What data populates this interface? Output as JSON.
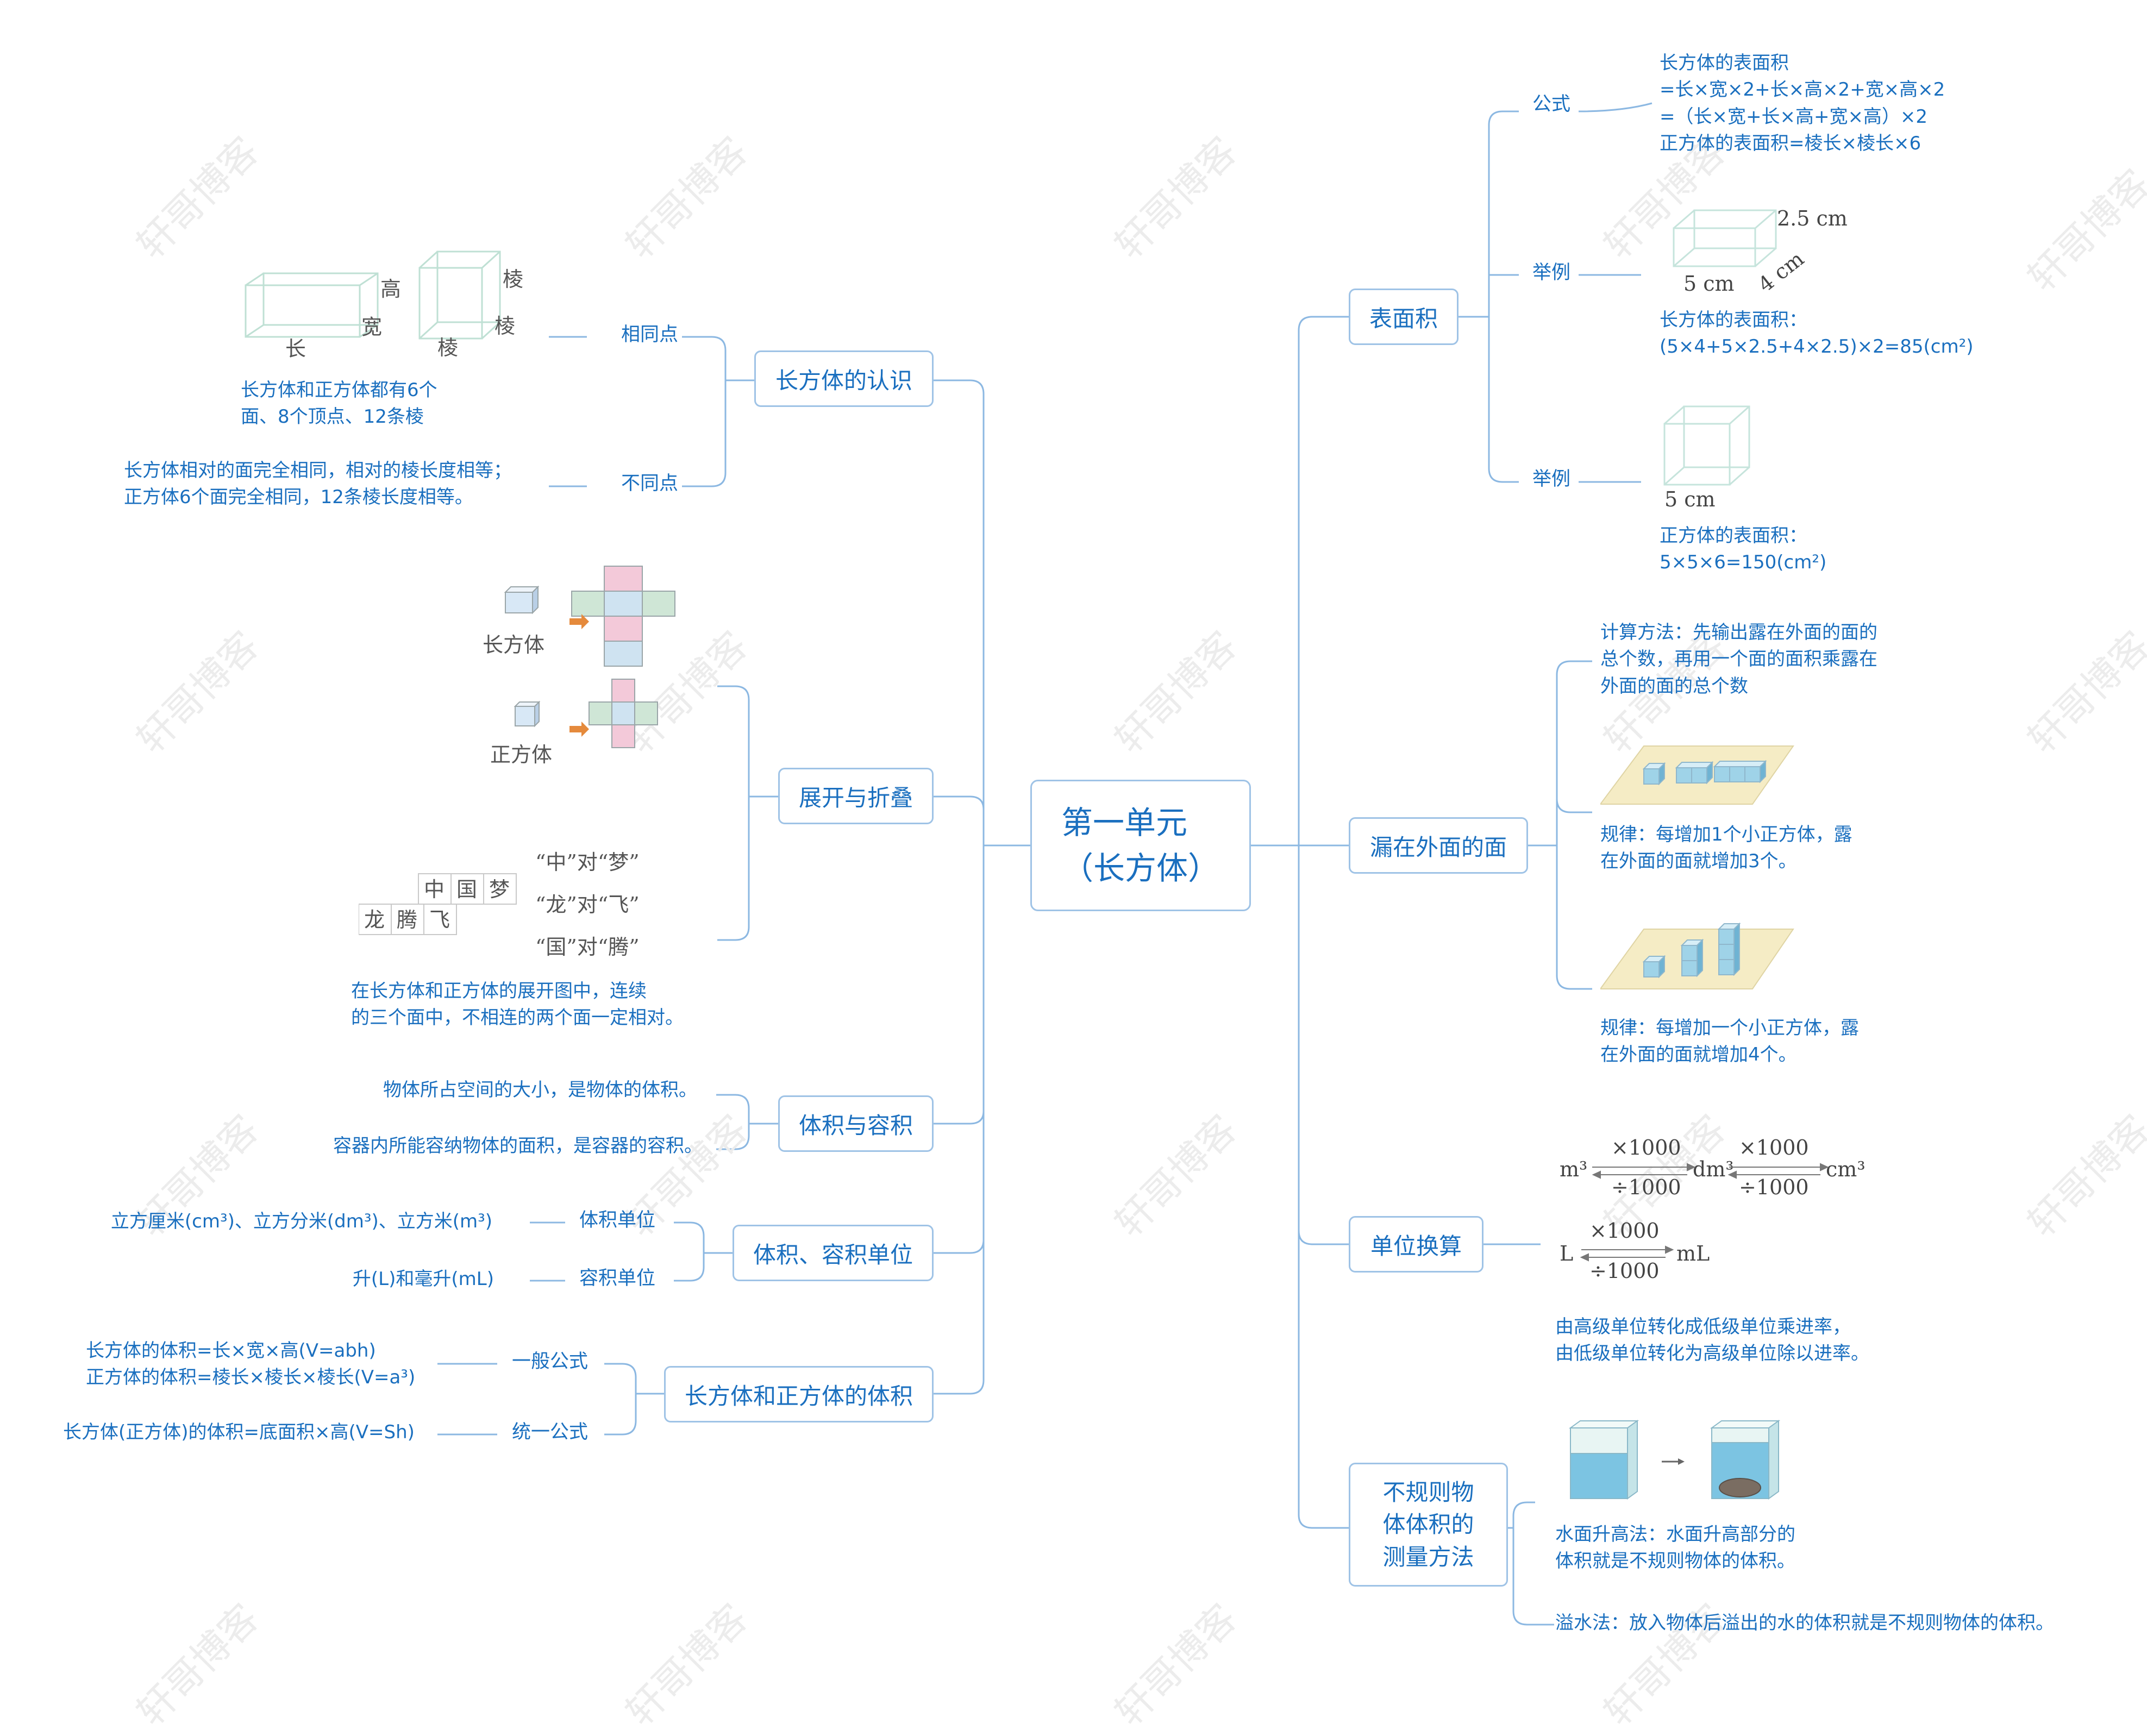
{
  "watermark": "轩哥博客",
  "root": {
    "line1": "第一单元",
    "line2": "（长方体）"
  },
  "left": {
    "recognition": {
      "title": "长方体的认识",
      "same_label": "相同点",
      "same_text": "长方体和正方体都有6个\n面、8个顶点、12条棱",
      "diff_label": "不同点",
      "diff_text": "长方体相对的面完全相同，相对的棱长度相等；\n正方体6个面完全相同，12条棱长度相等。",
      "fig_labels": {
        "high": "高",
        "wide": "宽",
        "long": "长",
        "edge": "棱"
      }
    },
    "unfold": {
      "title": "展开与折叠",
      "cuboid_label": "长方体",
      "cube_label": "正方体",
      "net_chars": [
        "中",
        "国",
        "梦",
        "龙",
        "腾",
        "飞"
      ],
      "pairs": [
        "“中”对“梦”",
        "“龙”对“飞”",
        "“国”对“腾”"
      ],
      "text": "在长方体和正方体的展开图中，连续\n的三个面中，不相连的两个面一定相对。"
    },
    "volume_capacity": {
      "title": "体积与容积",
      "volume_def": "物体所占空间的大小，是物体的体积。",
      "capacity_def": "容器内所能容纳物体的面积，是容器的容积。"
    },
    "units": {
      "title": "体积、容积单位",
      "volume_label": "体积单位",
      "volume_text": "立方厘米(cm³)、立方分米(dm³)、立方米(m³)",
      "capacity_label": "容积单位",
      "capacity_text": "升(L)和毫升(mL)"
    },
    "volume_formula": {
      "title": "长方体和正方体的体积",
      "general_label": "一般公式",
      "general_text": "长方体的体积=长×宽×高(V=abh)\n正方体的体积=棱长×棱长×棱长(V=a³)",
      "unified_label": "统一公式",
      "unified_text": "长方体(正方体)的体积=底面积×高(V=Sh)"
    }
  },
  "right": {
    "surface": {
      "title": "表面积",
      "formula_label": "公式",
      "formula_text": "长方体的表面积\n=长×宽×2+长×高×2+宽×高×2\n=（长×宽+长×高+宽×高）×2\n正方体的表面积=棱长×棱长×6",
      "example1_label": "举例",
      "example1_dims": {
        "height": "2.5 cm",
        "width": "4 cm",
        "length": "5 cm"
      },
      "example1_text": "长方体的表面积：\n(5×4+5×2.5+4×2.5)×2=85(cm²)",
      "example2_label": "举例",
      "example2_dim": "5 cm",
      "example2_text": "正方体的表面积：\n5×5×6=150(cm²)"
    },
    "exposed": {
      "title": "漏在外面的面",
      "method_text": "计算方法：先输出露在外面的面的\n总个数，再用一个面的面积乘露在\n外面的面的总个数",
      "rule1_text": "规律：每增加1个小正方体，露\n在外面的面就增加3个。",
      "rule2_text": "规律：每增加一个小正方体，露\n在外面的面就增加4个。"
    },
    "conversion": {
      "title": "单位换算",
      "units_row1": [
        "m³",
        "dm³",
        "cm³"
      ],
      "units_row2": [
        "L",
        "mL"
      ],
      "multiply": "×1000",
      "divide": "÷1000",
      "text": "由高级单位转化成低级单位乘进率，\n由低级单位转化为高级单位除以进率。"
    },
    "irregular": {
      "title_lines": [
        "不规则物",
        "体体积的",
        "测量方法"
      ],
      "rise_text": "水面升高法：水面升高部分的\n体积就是不规则物体的体积。",
      "overflow_text": "溢水法：放入物体后溢出的水的体积就是不规则物体的体积。"
    }
  },
  "colors": {
    "line": "#8cb8e2",
    "text": "#1a6fbf",
    "border": "#9fc3e6",
    "watermark": "#ececec"
  }
}
